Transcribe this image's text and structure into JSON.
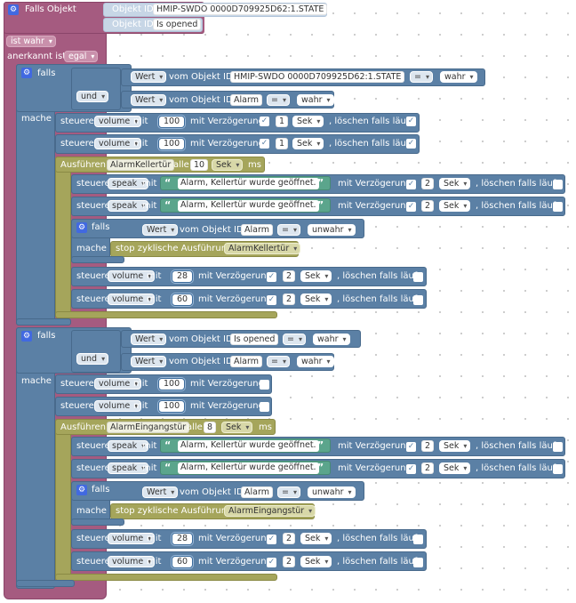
{
  "trigger": {
    "title": "Falls Objekt",
    "oid_label": "Objekt ID",
    "oid1": "HMIP-SWDO 0000D709925D62:1.STATE",
    "oid2": "Is opened",
    "cond": "ist wahr",
    "ack_label": "anerkannt ist",
    "ack_value": "egal"
  },
  "labels": {
    "falls": "falls",
    "mache": "mache",
    "und": "und",
    "wert": "Wert",
    "vom_objekt": "vom Objekt ID",
    "eq": "=",
    "steuere": "steuere",
    "mit": "mit",
    "mit_verz": "mit Verzögerung",
    "sek": "Sek",
    "loeschen": ", löschen falls läuft",
    "ausfuehren": "Ausführen",
    "alle": "alle",
    "ms": "ms",
    "stop": "stop zyklische Ausführung",
    "quote": "“",
    "quote_end": "”"
  },
  "block1": {
    "cond1_oid": "HMIP-SWDO 0000D709925D62:1.STATE",
    "cond1_val": "wahr",
    "cond2_oid": "Alarm",
    "cond2_val": "wahr",
    "set1": {
      "obj": "volume",
      "val": "100",
      "delay": "1"
    },
    "set2": {
      "obj": "volume",
      "val": "100",
      "delay": "1"
    },
    "timer_name": "AlarmKellertür",
    "timer_every": "10",
    "timer_unit": "Sek",
    "speak1": {
      "obj": "speak",
      "text": "Alarm, Kellertür wurde geöffnet.",
      "delay": "2"
    },
    "speak2": {
      "obj": "speak",
      "text": "Alarm, Kellertür wurde geöffnet.",
      "delay": "2"
    },
    "inner_oid": "Alarm",
    "inner_val": "unwahr",
    "stop_name": "AlarmKellertür",
    "set3": {
      "obj": "volume",
      "val": "28",
      "delay": "2"
    },
    "set4": {
      "obj": "volume",
      "val": "60",
      "delay": "2"
    }
  },
  "block2": {
    "cond1_oid": "Is opened",
    "cond1_val": "wahr",
    "cond2_oid": "Alarm",
    "cond2_val": "wahr",
    "set1": {
      "obj": "volume",
      "val": "100"
    },
    "set2": {
      "obj": "volume",
      "val": "100"
    },
    "timer_name": "AlarmEingangstür",
    "timer_every": "8",
    "timer_unit": "Sek",
    "speak1": {
      "obj": "speak",
      "text": "Alarm, Kellertür wurde geöffnet.",
      "delay": "2"
    },
    "speak2": {
      "obj": "speak",
      "text": "Alarm, Kellertür wurde geöffnet.",
      "delay": "2"
    },
    "inner_oid": "Alarm",
    "inner_val": "unwahr",
    "stop_name": "AlarmEingangstür",
    "set3": {
      "obj": "volume",
      "val": "28",
      "delay": "2"
    },
    "set4": {
      "obj": "volume",
      "val": "60",
      "delay": "2"
    }
  },
  "colors": {
    "event": "#a55b80",
    "control": "#5b80a5",
    "timer": "#a5a55b",
    "string": "#5ba58c"
  }
}
